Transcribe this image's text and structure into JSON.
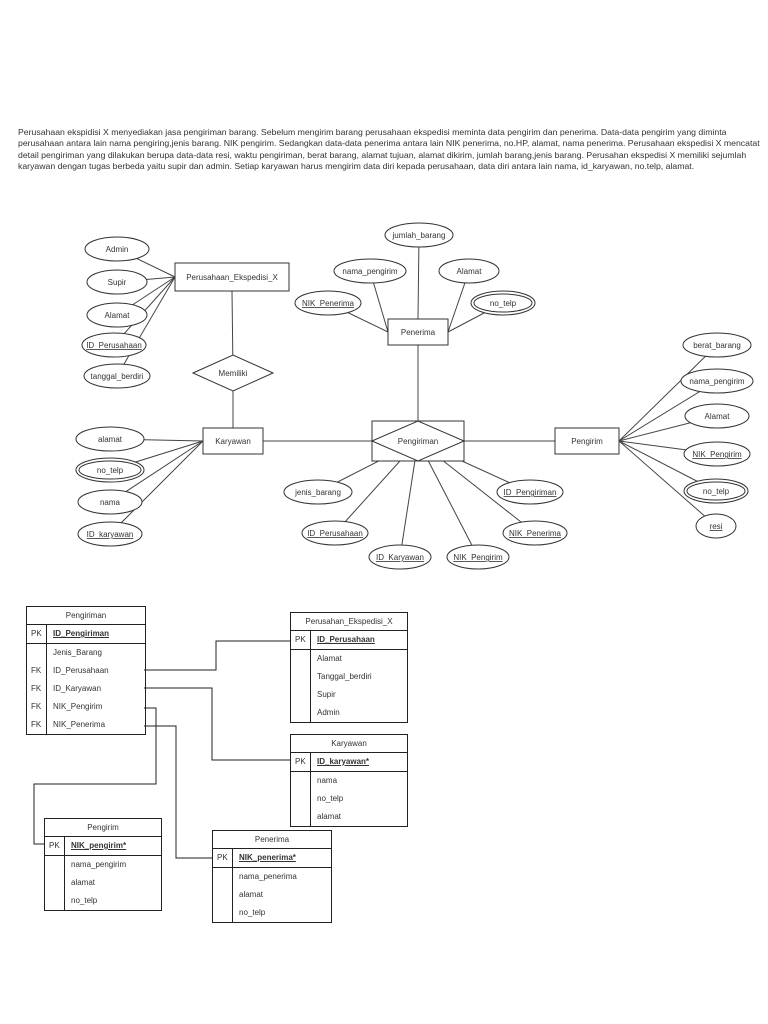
{
  "intro_text": "Perusahaan ekspidisi X menyediakan jasa pengiriman barang. Sebelum mengirim barang perusahaan ekspedisi meminta data pengirim dan penerima. Data-data pengirim yang diminta perusahaan antara lain nama pengiring,jenis barang. NIK pengirim. Sedangkan data-data penerima antara lain NIK penerima, no.HP, alamat, nama penerima. Perusahaan ekspedisi X mencatat detail pengiriman yang dilakukan berupa data-data resi, waktu pengiriman, berat barang, alamat tujuan, alamat dikirim, jumlah barang,jenis barang. Perusahan ekspedisi X memiliki sejumlah karyawan dengan tugas berbeda yaitu supir dan admin. Setiap karyawan harus mengirim data diri kepada perusahaan, data diri antara lain nama, id_karyawan, no.telp, alamat.",
  "erd": {
    "entities": [
      {
        "id": "perusahaan",
        "label": "Perusahaan_Ekspedisi_X"
      },
      {
        "id": "karyawan",
        "label": "Karyawan"
      },
      {
        "id": "penerima",
        "label": "Penerima"
      },
      {
        "id": "pengirim",
        "label": "Pengirim"
      }
    ],
    "relationships": [
      {
        "id": "memiliki",
        "label": "Memiliki"
      },
      {
        "id": "pengiriman",
        "label": "Pengiriman"
      }
    ],
    "attributes": [
      {
        "id": "admin",
        "label": "Admin",
        "key": false,
        "multi": false
      },
      {
        "id": "supir",
        "label": "Supir",
        "key": false,
        "multi": false
      },
      {
        "id": "alamat_p",
        "label": "Alamat",
        "key": false,
        "multi": false
      },
      {
        "id": "id_perusahaan_p",
        "label": "ID_Perusahaan",
        "key": true,
        "multi": false
      },
      {
        "id": "tanggal",
        "label": "tanggal_berdiri",
        "key": false,
        "multi": false
      },
      {
        "id": "alamat_k",
        "label": "alamat",
        "key": false,
        "multi": false
      },
      {
        "id": "notelp_k",
        "label": "no_telp",
        "key": false,
        "multi": true
      },
      {
        "id": "nama_k",
        "label": "nama",
        "key": false,
        "multi": false
      },
      {
        "id": "idkar_k",
        "label": "ID_karyawan",
        "key": true,
        "multi": false
      },
      {
        "id": "jumlah",
        "label": "jumlah_barang",
        "key": false,
        "multi": false
      },
      {
        "id": "nama_pen",
        "label": "nama_pengirim",
        "key": false,
        "multi": false
      },
      {
        "id": "alamat_pen",
        "label": "Alamat",
        "key": false,
        "multi": false
      },
      {
        "id": "nik_pen",
        "label": "NIK_Penerima",
        "key": true,
        "multi": false
      },
      {
        "id": "notelp_pen",
        "label": "no_telp",
        "key": false,
        "multi": true
      },
      {
        "id": "berat",
        "label": "berat_barang",
        "key": false,
        "multi": false
      },
      {
        "id": "nama_pgr",
        "label": "nama_pengirim",
        "key": false,
        "multi": false
      },
      {
        "id": "alamat_pgr",
        "label": "Alamat",
        "key": false,
        "multi": false
      },
      {
        "id": "nik_pgr",
        "label": "NIK_Pengirim",
        "key": true,
        "multi": false
      },
      {
        "id": "notelp_pgr",
        "label": "no_telp",
        "key": false,
        "multi": true
      },
      {
        "id": "resi",
        "label": "resi",
        "key": true,
        "multi": false
      },
      {
        "id": "jenis",
        "label": "jenis_barang",
        "key": false,
        "multi": false
      },
      {
        "id": "id_pengiriman",
        "label": "ID_Pengiriman",
        "key": true,
        "multi": false
      },
      {
        "id": "id_perusahaan_s",
        "label": "ID_Perusahaan",
        "key": true,
        "multi": false
      },
      {
        "id": "idkar_s",
        "label": "ID_Karyawan",
        "key": true,
        "multi": false
      },
      {
        "id": "nikpgr_s",
        "label": "NIK_Pengirim",
        "key": true,
        "multi": false
      },
      {
        "id": "nikpen_s",
        "label": "NIK_Penerima",
        "key": true,
        "multi": false
      }
    ]
  },
  "tables": {
    "pengiriman": {
      "title": "Pengiriman",
      "pk": {
        "key": "PK",
        "field": "ID_Pengiriman"
      },
      "rows": [
        {
          "key": "",
          "field": "Jenis_Barang"
        },
        {
          "key": "FK",
          "field": "ID_Perusahaan"
        },
        {
          "key": "FK",
          "field": "ID_Karyawan"
        },
        {
          "key": "FK",
          "field": "NIK_Pengirim"
        },
        {
          "key": "FK",
          "field": "NIK_Penerima"
        }
      ]
    },
    "perusahaan": {
      "title": "Perusahan_Ekspedisi_X",
      "pk": {
        "key": "PK",
        "field": "ID_Perusahaan"
      },
      "rows": [
        {
          "key": "",
          "field": "Alamat"
        },
        {
          "key": "",
          "field": "Tanggal_berdiri"
        },
        {
          "key": "",
          "field": "Supir"
        },
        {
          "key": "",
          "field": "Admin"
        }
      ]
    },
    "karyawan": {
      "title": "Karyawan",
      "pk": {
        "key": "PK",
        "field": "ID_karyawan*"
      },
      "rows": [
        {
          "key": "",
          "field": "nama"
        },
        {
          "key": "",
          "field": "no_telp"
        },
        {
          "key": "",
          "field": "alamat"
        }
      ]
    },
    "pengirim": {
      "title": "Pengirim",
      "pk": {
        "key": "PK",
        "field": "NIK_pengirim*"
      },
      "rows": [
        {
          "key": "",
          "field": "nama_pengirim"
        },
        {
          "key": "",
          "field": "alamat"
        },
        {
          "key": "",
          "field": "no_telp"
        }
      ]
    },
    "penerima": {
      "title": "Penerima",
      "pk": {
        "key": "PK",
        "field": "NIK_penerima*"
      },
      "rows": [
        {
          "key": "",
          "field": "nama_penerima"
        },
        {
          "key": "",
          "field": "alamat"
        },
        {
          "key": "",
          "field": "no_telp"
        }
      ]
    }
  }
}
